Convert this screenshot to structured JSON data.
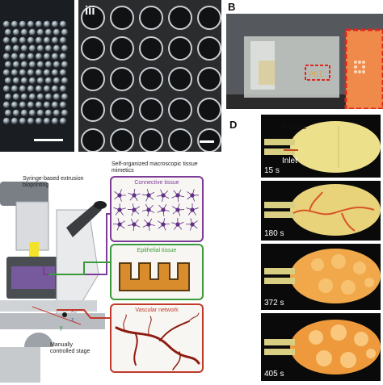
{
  "panel_labels": {
    "iii": "iii",
    "B": "B",
    "D": "D"
  },
  "panel_c": {
    "syringe_label": "Syringe-based extrusion bioprinting",
    "self_organized_label": "Self-organized macroscopic tissue mimetics",
    "stage_label": "Manually controlled stage",
    "boxes": [
      {
        "title": "Connective tissue",
        "color": "#7d3c98"
      },
      {
        "title": "Epithelial tissue",
        "color": "#3a9a3a"
      },
      {
        "title": "Vascular network",
        "color": "#c0392b"
      }
    ],
    "axis_x": "x",
    "axis_y": "y",
    "axis_z": "z"
  },
  "panel_d": {
    "nozzle_label": "Nozzle",
    "inlet_label": "Inlet",
    "frames": [
      {
        "time": "15 s"
      },
      {
        "time": "180 s"
      },
      {
        "time": "372 s"
      },
      {
        "time": "405 s"
      }
    ]
  },
  "colors": {
    "connective": "#7d3c98",
    "epithelial": "#3a9a3a",
    "vascular": "#c0392b",
    "inset_border": "#e0261e"
  }
}
